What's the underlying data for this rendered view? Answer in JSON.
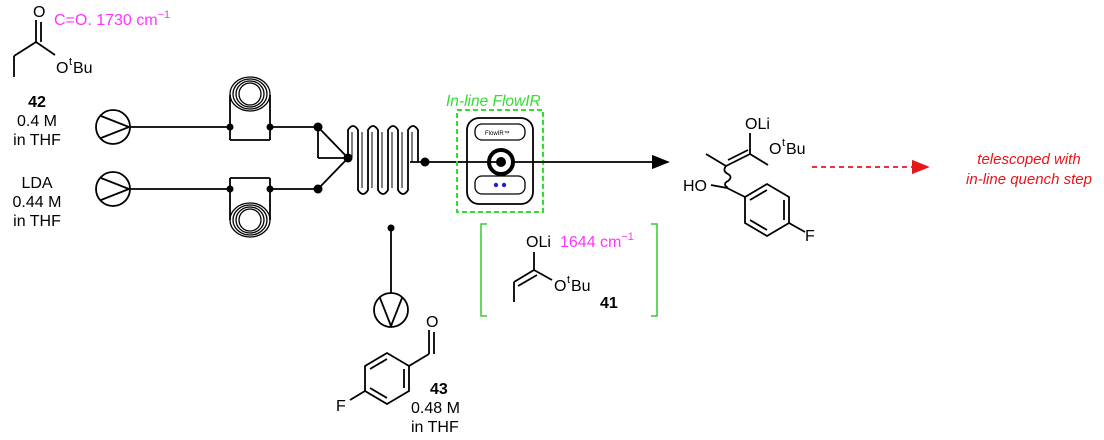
{
  "colors": {
    "ir_label": "#ff33ff",
    "flowir_box": "#33dd33",
    "bracket": "#33cc33",
    "telescoped": "#e8151b",
    "ink": "#000000",
    "dots": "#2222cc"
  },
  "labels": {
    "ester_ir_label": "C=O. 1730 cm",
    "ester_ir_sup": "−1",
    "ester_number": "42",
    "ester_conc": "0.4 M",
    "ester_solvent": "in THF",
    "lda_name": "LDA",
    "lda_conc": "0.44 M",
    "lda_solvent": "in THF",
    "aldehyde_number": "43",
    "aldehyde_conc": "0.48 M",
    "aldehyde_solvent": "in THF",
    "flowir_title": "In-line FlowIR",
    "flowir_device_text": "FlowIR™",
    "enolate_ir_label": "1644 cm",
    "enolate_ir_sup": "−1",
    "enolate_number": "41",
    "telescoped_line1": "telescoped with",
    "telescoped_line2": "in-line quench step"
  },
  "atoms": {
    "o": "O",
    "otbu_o": "O",
    "tbu_sup": "t",
    "tbu_bu": "Bu",
    "oli": "OLi",
    "ho": "HO",
    "f": "F"
  }
}
